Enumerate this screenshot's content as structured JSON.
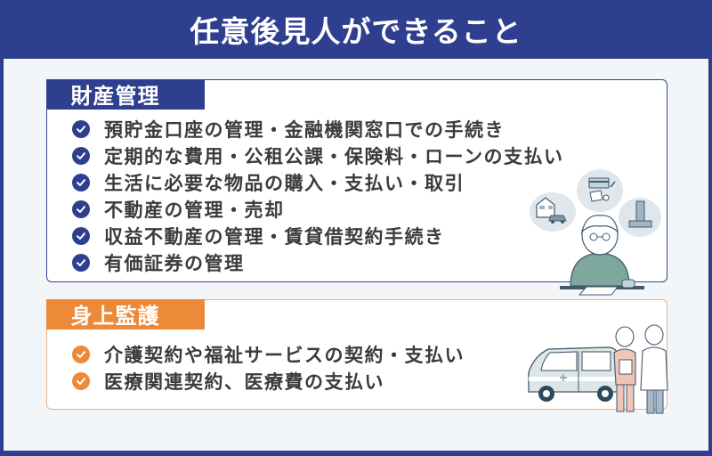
{
  "title": "任意後見人ができること",
  "colors": {
    "navy": "#2f3f8f",
    "orange": "#ec8a3a",
    "background": "#f3f6f9",
    "text": "#3b3b3b"
  },
  "sections": [
    {
      "label": "財産管理",
      "color": "navy",
      "icon": "check-circle-icon",
      "items": [
        "預貯金口座の管理・金融機関窓口での手続き",
        "定期的な費用・公租公課・保険料・ローンの支払い",
        "生活に必要な物品の購入・支払い・取引",
        "不動産の管理・売却",
        "収益不動産の管理・賃貸借契約手続き",
        "有価証券の管理"
      ],
      "illustration": "elderly-person-writing-with-thought-bubbles-house-money-grave"
    },
    {
      "label": "身上監護",
      "color": "orange",
      "icon": "check-circle-icon",
      "items": [
        "介護契約や福祉サービスの契約・支払い",
        "医療関連契約、医療費の支払い"
      ],
      "illustration": "care-van-with-nurse-and-doctor"
    }
  ]
}
